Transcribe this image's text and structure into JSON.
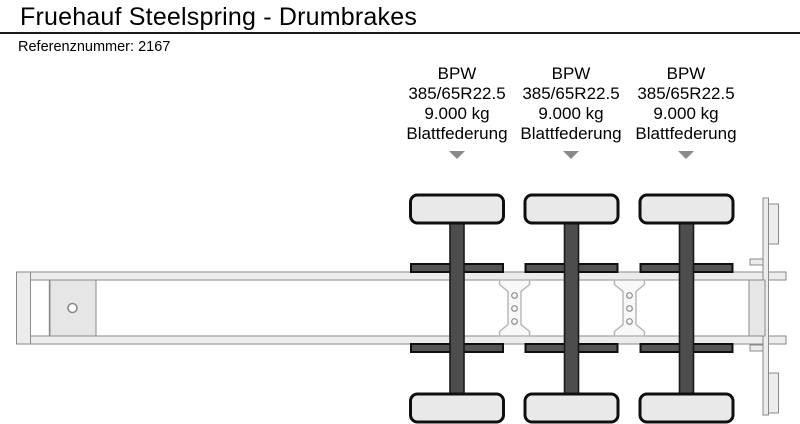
{
  "header": {
    "title": "Fruehauf Steelspring - Drumbrakes",
    "reference_label": "Referenznummer:",
    "reference_value": "2167"
  },
  "axles": [
    {
      "brand": "BPW",
      "tyre": "385/65R22.5",
      "load": "9.000 kg",
      "suspension": "Blattfederung"
    },
    {
      "brand": "BPW",
      "tyre": "385/65R22.5",
      "load": "9.000 kg",
      "suspension": "Blattfederung"
    },
    {
      "brand": "BPW",
      "tyre": "385/65R22.5",
      "load": "9.000 kg",
      "suspension": "Blattfederung"
    }
  ],
  "diagram": {
    "axle_count": 3,
    "view": "trailer chassis top view"
  },
  "icons": {
    "axle_marker": "triangle-down"
  },
  "colors": {
    "page_bg": "#ffffff",
    "text": "#000000",
    "divider": "#1a1a1a",
    "rail_fill": "#ececec",
    "rail_stroke": "#8a8a8a",
    "wheel_fill": "#e9e9e9",
    "wheel_stroke": "#0f0f0f",
    "axle_fill": "#4d4d4d",
    "axle_stroke": "#1a1a1a",
    "spring_fill": "#555555",
    "spring_stroke": "#0f0f0f",
    "plate_fill": "#e6e6e6",
    "crossmember_fill": "#f8f8f8",
    "crossmember_stroke": "#b5b5b5",
    "hole_stroke": "#8a8a8a",
    "marker": "#8a8a8a"
  }
}
